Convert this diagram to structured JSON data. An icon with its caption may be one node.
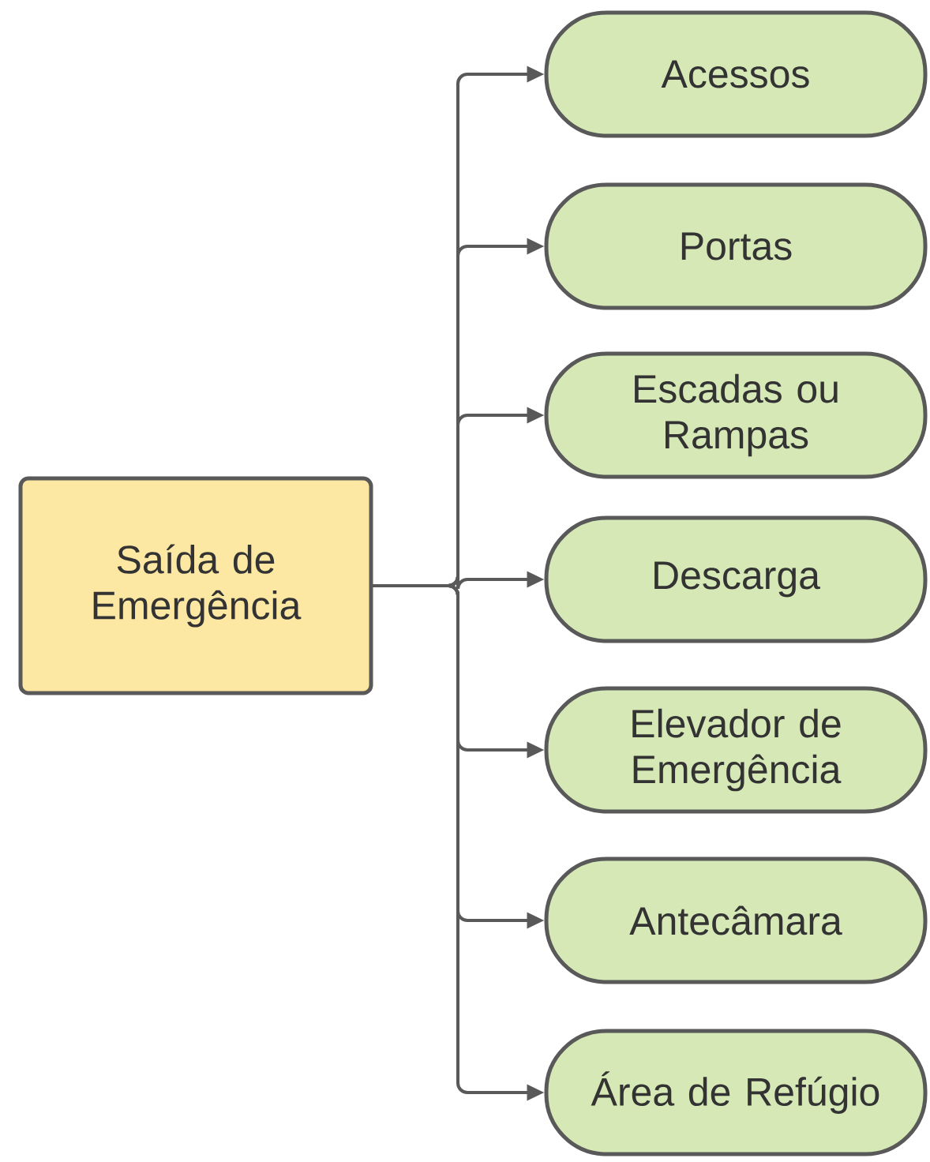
{
  "diagram": {
    "nodes": [
      {
        "text": [
          "Saída de Emergência"
        ]
      },
      {
        "text": [
          "Acessos"
        ]
      },
      {
        "text": [
          "Portas"
        ]
      },
      {
        "text": [
          "Escadas ou Rampas"
        ]
      },
      {
        "text": [
          "Descarga"
        ]
      },
      {
        "text": [
          "Elevador de Emergência"
        ]
      },
      {
        "text": [
          "Antecâmara"
        ]
      },
      {
        "text": [
          "Área de Refúgio"
        ]
      }
    ],
    "edges": [
      {
        "from": 0,
        "to": 1,
        "arrow": "to"
      },
      {
        "from": 0,
        "to": 2,
        "arrow": "to"
      },
      {
        "from": 0,
        "to": 3,
        "arrow": "to"
      },
      {
        "from": 0,
        "to": 4,
        "arrow": "to"
      },
      {
        "from": 0,
        "to": 5,
        "arrow": "to"
      },
      {
        "from": 0,
        "to": 6,
        "arrow": "to"
      },
      {
        "from": 0,
        "to": 7,
        "arrow": "to"
      }
    ]
  }
}
